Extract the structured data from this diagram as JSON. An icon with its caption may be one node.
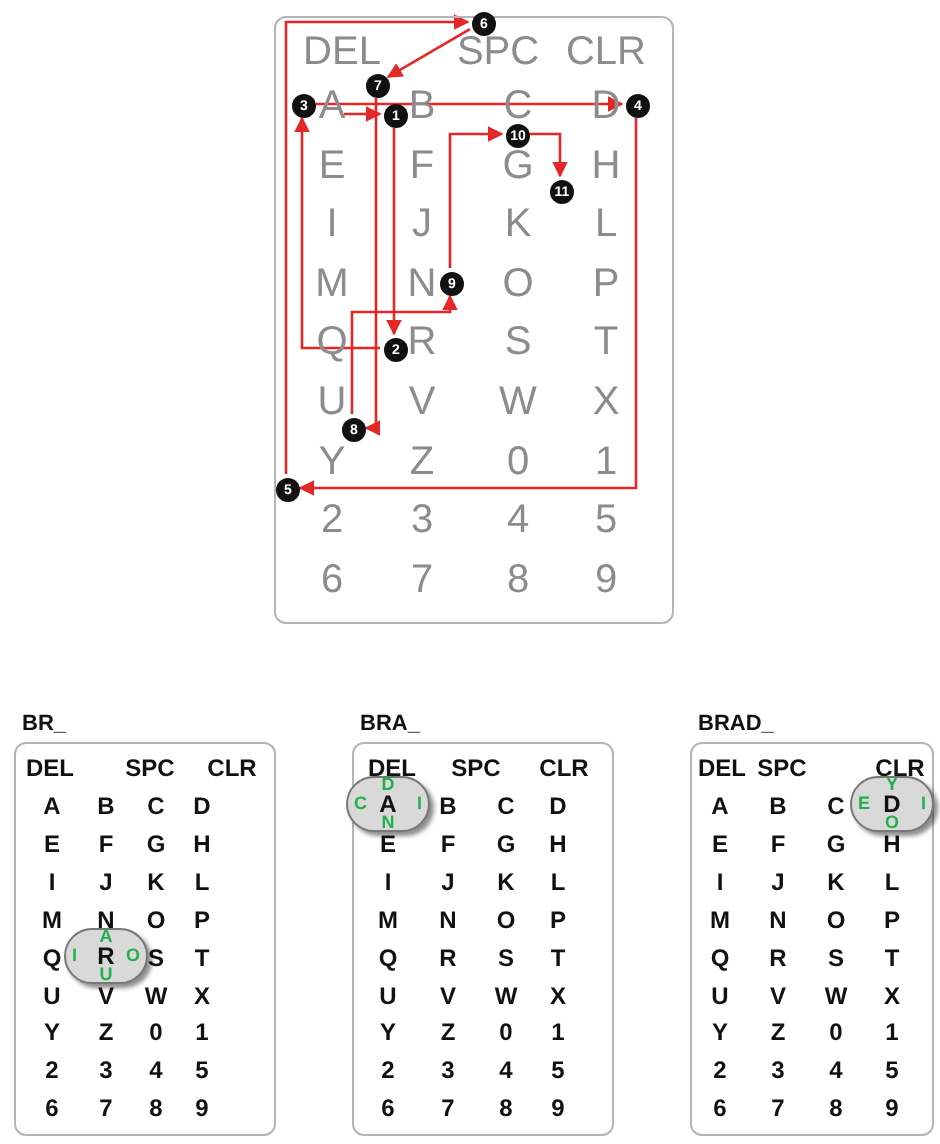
{
  "diagram": {
    "nodes": [
      {
        "text": [
          "DEL",
          "SPC",
          "CLR",
          "A",
          "B",
          "C",
          "D",
          "E",
          "F",
          "G",
          "H",
          "I",
          "J",
          "K",
          "L",
          "M",
          "N",
          "O",
          "P",
          "Q",
          "R",
          "S",
          "T",
          "U",
          "V",
          "W",
          "X",
          "Y",
          "Z",
          "0",
          "1",
          "2",
          "3",
          "4",
          "5",
          "6",
          "7",
          "8",
          "9"
        ]
      },
      {
        "text": [
          "1"
        ],
        "in": 0
      },
      {
        "text": [
          "2"
        ],
        "in": 0
      },
      {
        "text": [
          "3"
        ],
        "in": 0
      },
      {
        "text": [
          "4"
        ],
        "in": 0
      },
      {
        "text": [
          "5"
        ],
        "in": 0
      },
      {
        "text": [
          "6"
        ],
        "in": 0
      },
      {
        "text": [
          "7"
        ],
        "in": 0
      },
      {
        "text": [
          "8"
        ],
        "in": 0
      },
      {
        "text": [
          "9"
        ],
        "in": 0
      },
      {
        "text": [
          "10"
        ],
        "in": 0
      },
      {
        "text": [
          "11"
        ],
        "in": 0
      },
      {
        "text": [
          "BR_",
          "DEL",
          "SPC",
          "CLR",
          "A",
          "B",
          "C",
          "D",
          "E",
          "F",
          "G",
          "H",
          "I",
          "J",
          "K",
          "L",
          "M",
          "N",
          "O",
          "P",
          "Q",
          "S",
          "T",
          "U",
          "V",
          "W",
          "X",
          "Y",
          "Z",
          "0",
          "1",
          "2",
          "3",
          "4",
          "5",
          "6",
          "7",
          "8",
          "9"
        ]
      },
      {
        "text": [
          "A",
          "I",
          "R",
          "O",
          "U"
        ],
        "in": 12
      },
      {
        "text": [
          "BRA_",
          "DEL",
          "SPC",
          "CLR",
          "B",
          "C",
          "D",
          "E",
          "F",
          "G",
          "H",
          "I",
          "J",
          "K",
          "L",
          "M",
          "N",
          "O",
          "P",
          "Q",
          "R",
          "S",
          "T",
          "U",
          "V",
          "W",
          "X",
          "Y",
          "Z",
          "0",
          "1",
          "2",
          "3",
          "4",
          "5",
          "6",
          "7",
          "8",
          "9"
        ]
      },
      {
        "text": [
          "D",
          "C",
          "A",
          "I",
          "N"
        ],
        "in": 14
      },
      {
        "text": [
          "BRAD_",
          "DEL",
          "SPC",
          "CLR",
          "A",
          "B",
          "C",
          "E",
          "F",
          "G",
          "H",
          "I",
          "J",
          "K",
          "L",
          "M",
          "N",
          "O",
          "P",
          "Q",
          "R",
          "S",
          "T",
          "U",
          "V",
          "W",
          "X",
          "Y",
          "Z",
          "0",
          "1",
          "2",
          "3",
          "4",
          "5",
          "6",
          "7",
          "8",
          "9"
        ]
      },
      {
        "text": [
          "Y",
          "E",
          "D",
          "I",
          "O"
        ],
        "in": 16
      }
    ],
    "edges": [
      {
        "from": 1,
        "to": 2,
        "arrow": "to"
      },
      {
        "from": 2,
        "to": 3,
        "arrow": "to"
      },
      {
        "from": 3,
        "to": 4,
        "arrow": "to"
      },
      {
        "from": 4,
        "to": 5,
        "arrow": "to"
      },
      {
        "from": 5,
        "to": 6,
        "arrow": "to"
      },
      {
        "from": 6,
        "to": 7,
        "arrow": "to"
      },
      {
        "from": 7,
        "to": 8,
        "arrow": "to"
      },
      {
        "from": 8,
        "to": 9,
        "arrow": "to"
      },
      {
        "from": 9,
        "to": 10,
        "arrow": "to"
      },
      {
        "from": 10,
        "to": 11,
        "arrow": "to"
      },
      {
        "from": null,
        "to": 1,
        "arrow": "to"
      }
    ]
  }
}
